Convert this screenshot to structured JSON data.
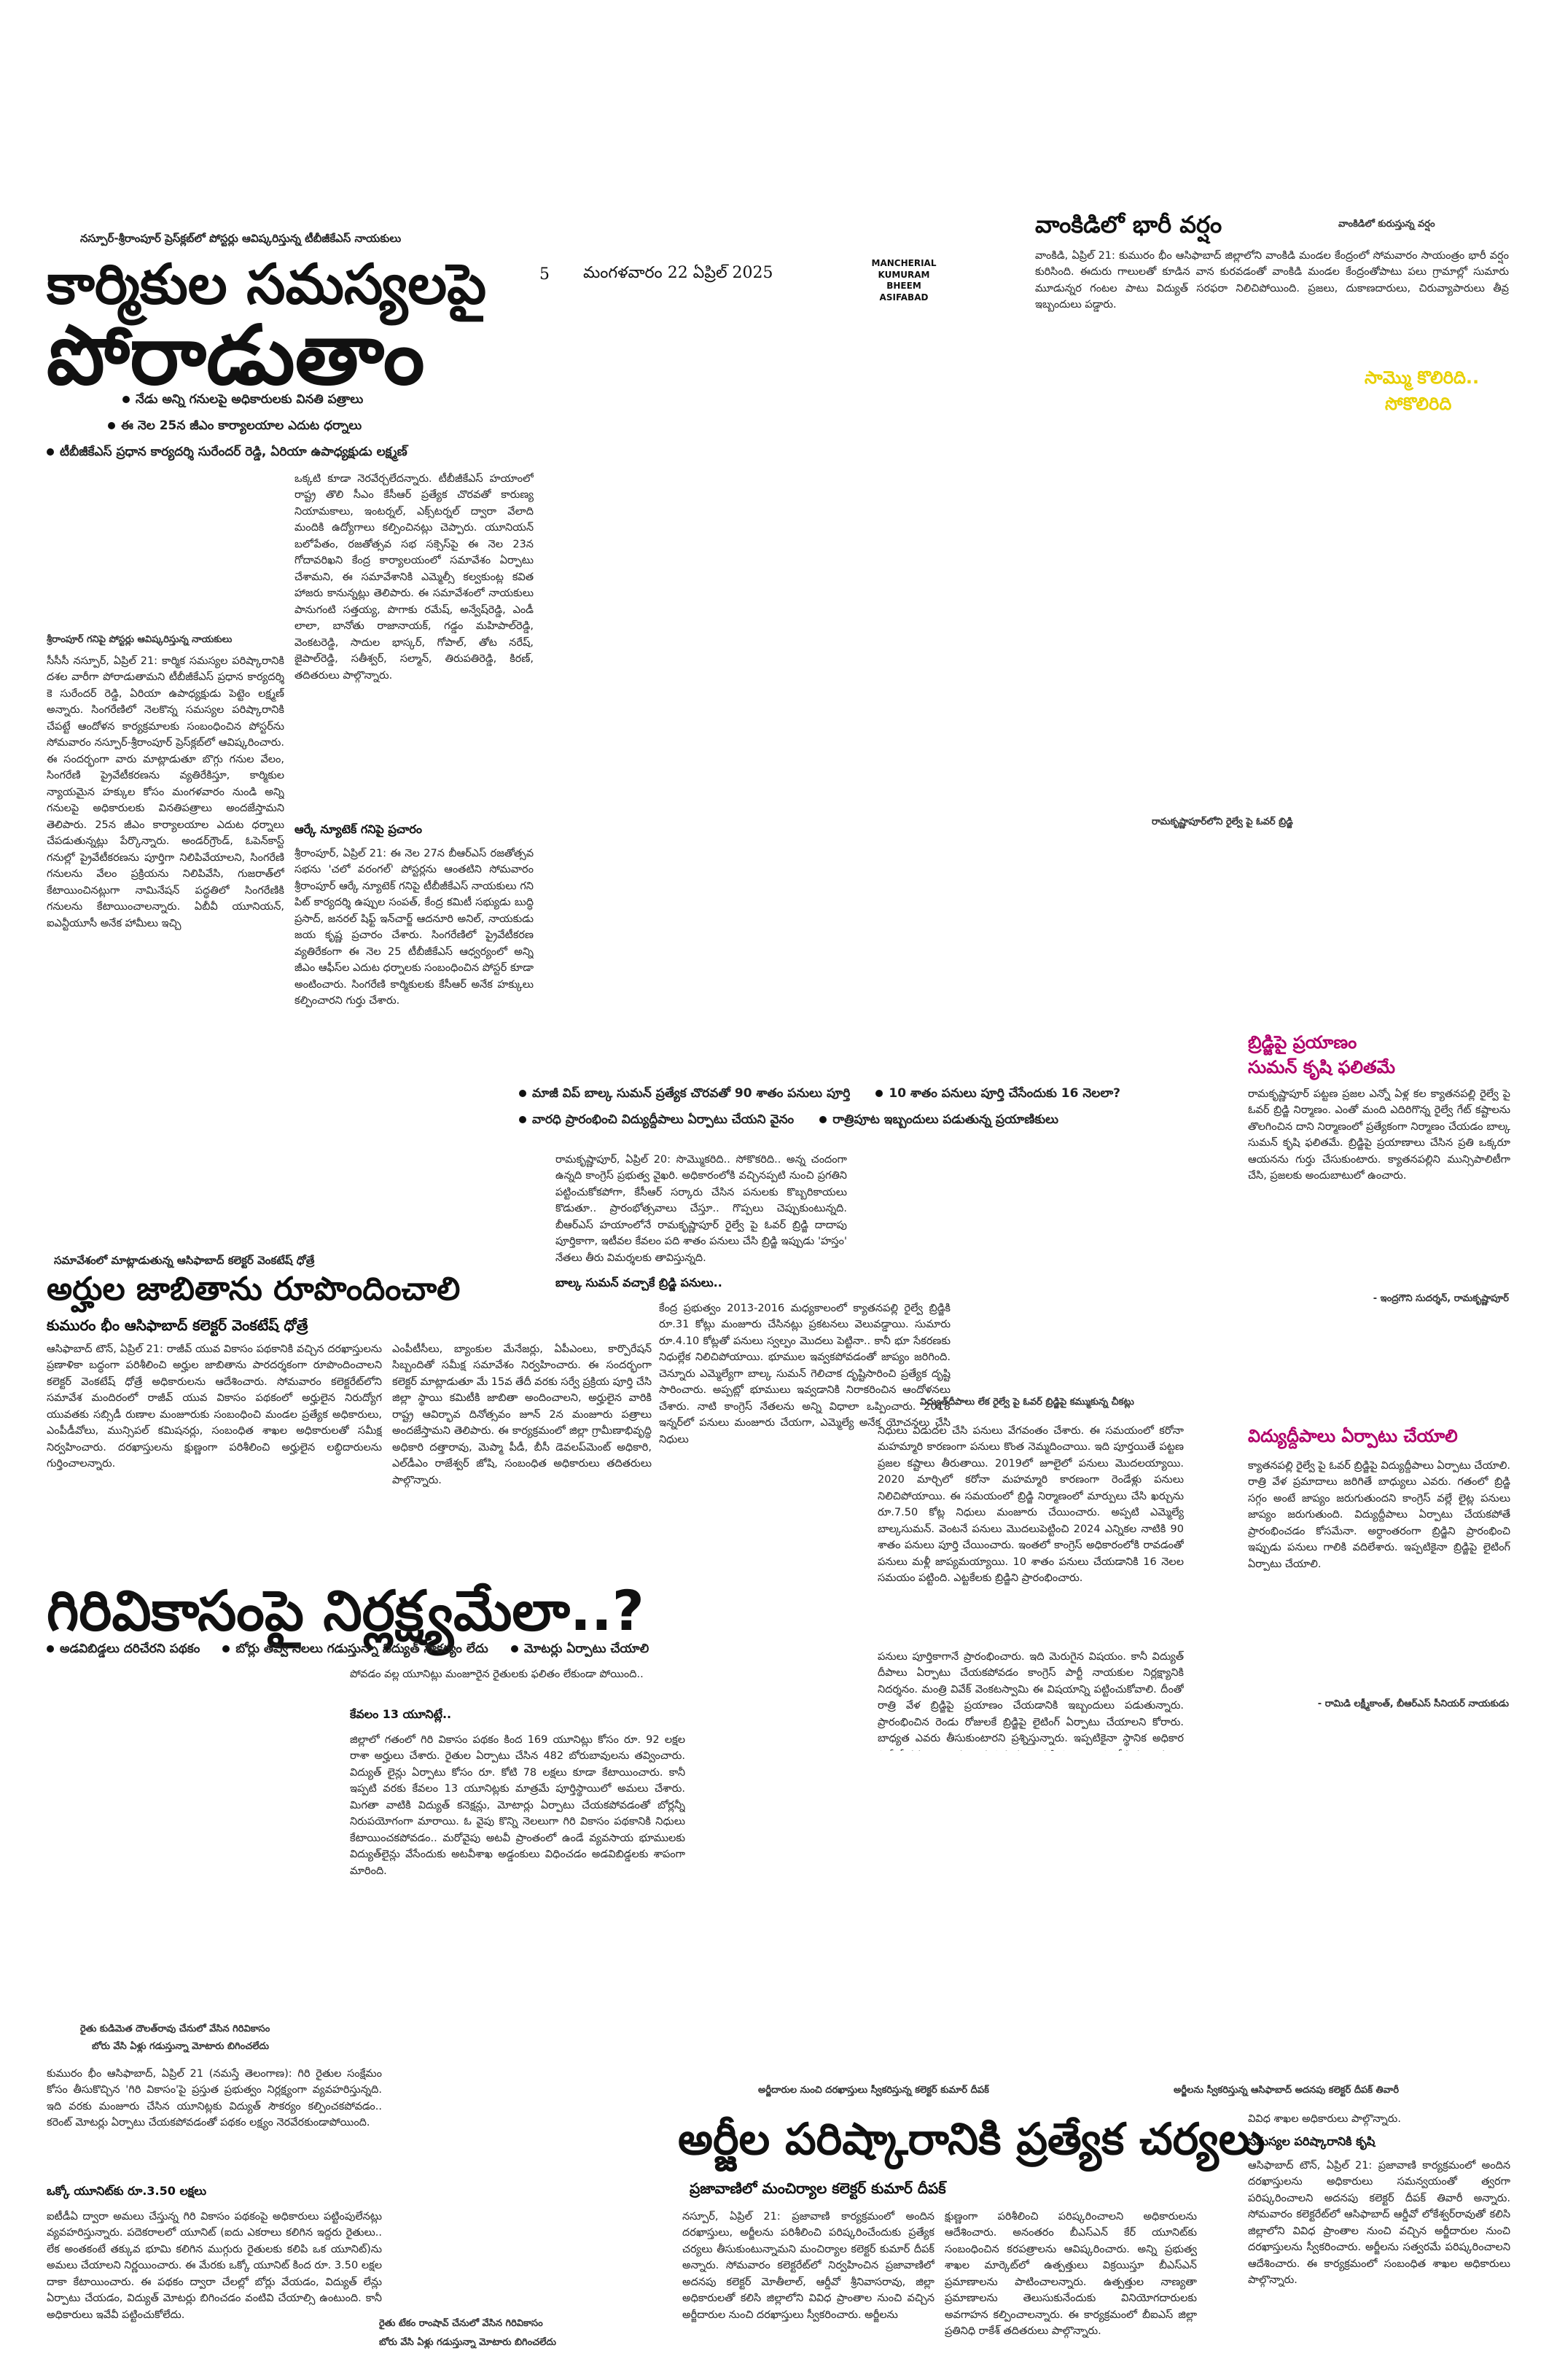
{
  "masthead": {
    "page_number": "5",
    "date": "మంగళవారం 22 ఏప్రిల్ 2025",
    "region": [
      "MANCHERIAL",
      "KUMURAM BHEEM",
      "ASIFABAD"
    ]
  },
  "lead": {
    "kicker": "నస్పూర్-శ్రీరాంపూర్ ప్రెస్‌క్లబ్‌లో పోస్టర్లు ఆవిష్కరిస్తున్న టీబీజీకేఎస్ నాయకులు",
    "head1": "కార్మికుల సమస్యలపై",
    "head2": "పోరాడుతాం",
    "bullets": [
      "నేడు అన్ని గనులపై అధికారులకు వినతి పత్రాలు",
      "ఈ నెల 25న జీఎం కార్యాలయాల ఎదుట ధర్నాలు",
      "టీబీజీకేఎస్ ప్రధాన కార్యదర్శి సురేందర్ రెడ్డి, ఏరియా ఉపాధ్యక్షుడు లక్ష్మణ్"
    ],
    "photo_caption": "శ్రీరాంపూర్ గనిపై పోస్టర్లు ఆవిష్కరిస్తున్న నాయకులు",
    "col1": "సీసీసీ నస్పూర్, ఏప్రిల్ 21: కార్మిక సమస్యల పరిష్కారానికి దశల వారీగా పోరాడుతామని టీబీజీకేఎస్ ప్రధాన కార్యదర్శి కె సురేందర్ రెడ్డి, ఏరియా ఉపాధ్యక్షుడు పెట్టెం లక్ష్మణ్ అన్నారు. సింగరేణిలో నెలకొన్న సమస్యల పరిష్కారానికి చేపట్టే ఆందోళన కార్యక్రమాలకు సంబంధించిన పోస్టర్‌ను సోమవారం నస్పూర్-శ్రీరాంపూర్ ప్రెస్‌క్లబ్‌లో ఆవిష్కరించారు. ఈ సందర్భంగా వారు మాట్లాడుతూ బొగ్గు గనుల వేలం, సింగరేణి ప్రైవేటీకరణను వ్యతిరేకిస్తూ, కార్మికుల న్యాయమైన హక్కుల కోసం మంగళవారం నుండి అన్ని గనులపై అధికారులకు వినతిపత్రాలు అందజేస్తామని తెలిపారు. 25న జీఎం కార్యాలయాల ఎదుట ధర్నాలు చేపడుతున్నట్లు పేర్కొన్నారు. అండర్‌గ్రౌండ్, ఓపెన్‌కాస్ట్ గనుల్లో ప్రైవేటీకరణను పూర్తిగా నిలిపివేయాలని, సింగరేణి గనులను వేలం ప్రక్రియను నిలిపివేసి, గుజరాత్‌లో కేటాయించినట్లుగా నామినేషన్ పద్ధతిలో సింగరేణికి గనులను కేటాయించాలన్నారు. ఏబీవీ యూనియన్, ఐఎన్టీయూసీ అనేక హామీలు ఇచ్చి",
    "col2": "ఒక్కటి కూడా నెరవేర్చలేదన్నారు. టీబీజీకేఎస్ హయాంలో రాష్ట్ర తొలి సీఎం కేసీఆర్ ప్రత్యేక చొరవతో కారుణ్య నియామకాలు, ఇంటర్నల్, ఎక్స్‌టర్నల్ ద్వారా వేలాది మందికి ఉద్యోగాలు కల్పించినట్లు చెప్పారు. యూనియన్ బలోపేతం, రజతోత్సవ సభ సక్సెస్‌పై ఈ నెల 23న గోదావరిఖని కేంద్ర కార్యాలయంలో సమావేశం ఏర్పాటు చేశామని, ఈ సమావేశానికి ఎమ్మెల్సీ కల్వకుంట్ల కవిత హాజరు కానున్నట్లు తెలిపారు. ఈ సమావేశంలో నాయకులు పానుగంటి సత్తయ్య, పొగాకు రమేష్, అన్వేష్‌రెడ్డి, ఎండీ లాలా, బానోతు రాజానాయక్, గడ్డం మహిపాల్‌రెడ్డి, వెంకటరెడ్డి, సాదుల భాస్కర్, గోపాల్, తోట నరేష్, జైపాల్‌రెడ్డి, సతీశ్వర్, సల్మాన్, తిరుపతిరెడ్డి, కిరణ్, తదితరులు పాల్గొన్నారు.",
    "col2_sub": "ఆర్కే న్యూటెక్ గనిపై ప్రచారం",
    "col2b": "శ్రీరాంపూర్, ఏప్రిల్ 21: ఈ నెల 27న బీఆర్ఎస్ రజతోత్సవ సభను 'చలో వరంగల్' పోస్టర్లను ఆంతటిని సోమవారం శ్రీరాంపూర్ ఆర్కే న్యూటెక్ గనిపై టీబీజీకేఎస్ నాయకులు గని పిట్ కార్యదర్శి ఉప్పుల సంపత్, కేంద్ర కమిటీ సభ్యుడు బుద్ధి ప్రసాద్, జనరల్ షిఫ్ట్ ఇన్‌చార్జ్ ఆదనూరి అనిల్, నాయకుడు జయ కృష్ణ ప్రచారం చేశారు. సింగరేణిలో ప్రైవేటీకరణ వ్యతిరేకంగా ఈ నెల 25 టీబీజీకేఎస్ ఆధ్వర్యంలో అన్ని జీఎం ఆఫీస్‌ల ఎదుట ధర్నాలకు సంబంధించిన పోస్టర్ కూడా అంటించారు. సింగరేణి కార్మికులకు కేసీఆర్ అనేక హక్కులు కల్పించారని గుర్తు చేశారు."
  },
  "rain": {
    "head": "వాంకిడిలో భారీ వర్షం",
    "caption": "వాంకిడిలో కురుస్తున్న వర్షం",
    "body": "వాంకిడి, ఏప్రిల్ 21: కుమురం భీం ఆసిఫాబాద్ జిల్లాలోని వాంకిడి మండల కేంద్రంలో సోమవారం సాయంత్రం భారీ వర్షం కురిసింది. ఈదురు గాలులతో కూడిన వాన కురవడంతో వాంకిడి మండల కేంద్రంతోపాటు పలు గ్రామాల్లో సుమారు మూడున్నర గంటల పాటు విద్యుత్ సరఫరా నిలిచిపోయింది. ప్రజలు, దుకాణదారులు, చిరువ్యాపారులు తీవ్ర ఇబ్బందులు పడ్డారు.",
    "tagline1": "సామ్మొ కొలిరిది..",
    "tagline2": "సోకొలిరిది"
  },
  "bridge_photo_caption": "రామకృష్ణాపూర్‌లోని రైల్వే పై ఓవర్ బ్రిడ్జి",
  "bridge": {
    "bullets_row1": [
      "మాజీ విప్ బాల్క సుమన్ ప్రత్యేక చొరవతో 90 శాతం పనులు పూర్తి",
      "10 శాతం పనులు పూర్తి చేసేందుకు 16 నెలలా?"
    ],
    "bullets_row2": [
      "వారధి ప్రారంభించి విద్యుద్దీపాలు ఏర్పాటు చేయని వైనం",
      "రాత్రిపూట ఇబ్బందులు పడుతున్న ప్రయాణికులు"
    ],
    "intro": "రామకృష్ణాపూర్, ఏప్రిల్ 20: సొమ్మొకరిది.. సోకొకరిది.. అన్న చందంగా ఉన్నది కాంగ్రెస్ ప్రభుత్వ వైఖరి. అధికారంలోకి వచ్చినప్పటి నుంచి ప్రగతిని పట్టించుకోకపోగా, కేసీఆర్ సర్కారు చేసిన పనులకు కొబ్బరికాయలు కొడుతూ.. ప్రారంభోత్సవాలు చేస్తూ.. గొప్పలు చెప్పుకుంటున్నది. బీఆర్ఎస్ హయాంలోనే రామకృష్ణాపూర్ రైల్వే పై ఓవర్ బ్రిడ్జి దాదాపు పూర్తికాగా, ఇటీవల కేవలం పది శాతం పనులు చేసి బ్రిడ్జి ఇప్పుడు 'హస్తం' నేతలు తీరు విమర్శలకు తావిస్తున్నది.",
    "sub1": "బాల్క సుమన్ వచ్చాకే బ్రిడ్జి పనులు..",
    "colA": "కేంద్ర ప్రభుత్వం 2013-2016 మధ్యకాలంలో క్యాతనపల్లి రైల్వే బ్రిడ్జికి రూ.31 కోట్లు మంజూరు చేసినట్లు ప్రకటనలు వెలువడ్డాయి. సుమారు రూ.4.10 కోట్లతో పనులు స్వల్పం మొదలు పెట్టినా.. కానీ భూ సేకరణకు నిధుల్లేక నిలిచిపోయాయి. భూముల ఇవ్వకపోవడంతో జాప్యం జరిగింది. చెన్నూరు ఎమ్మెల్యేగా బాల్క సుమన్ గెలిచాక దృష్టిసారించి ప్రత్యేక దృష్టి సారించారు. అప్పట్లో భూములు ఇవ్వడానికి నిరాకరించిన ఆందోళనలు చేశారు. నాటి కాంగ్రెస్ నేతలను అన్ని విధాలా ఒప్పించారు. 2018 ఇన్నర్‌లో పనులు మంజూరు చేయగా, ఎమ్మెల్యే అనేక యోచనలు చేసి నిధులు",
    "colB": "ఎంపీటీసీలు, బ్యాంకుల మేనేజర్లు, ఏపీఎంలు, కార్పొరేషన్ సిబ్బందితో సమీక్ష సమావేశం నిర్వహించారు. ఈ సందర్భంగా కలెక్టర్ మాట్లాడుతూ మే 15వ తేదీ వరకు సర్వే ప్రక్రియ పూర్తి చేసి జిల్లా స్థాయి కమిటీకి జాబితా అందించాలని, అర్హులైన వారికి రాష్ట్ర ఆవిర్భావ దినోత్సవం జూన్ 2న మంజూరు పత్రాలు అందజేస్తామని తెలిపారు. ఈ కార్యక్రమంలో జిల్లా గ్రామీణాభివృద్ధి అధికారి దత్తారావు, మెప్మా పీడీ, బీసీ డెవలప్‌మెంట్ అధికారి, ఎల్‌డీఎం రాజేశ్వర్ జోషి, సంబంధిత అధికారులు తదితరులు పాల్గొన్నారు.",
    "colC": "నిధులు విడుదల చేసి పనులు వేగవంతం చేశారు. ఈ సమయంలో కరోనా మహమ్మారి కారణంగా పనులు కొంత నెమ్మదించాయి. ఇది పూర్తయితే పట్టణ ప్రజల కష్టాలు తీరుతాయి. 2019లో జూలైలో పనులు మొదలయ్యాయి. 2020 మార్చిలో కరోనా మహమ్మారి కారణంగా రెండేళ్లు పనులు నిలిచిపోయాయి. ఈ సమయంలో బ్రిడ్జి నిర్మాణంలో మార్పులు చేసి ఖర్చును రూ.7.50 కోట్ల నిధులు మంజూరు చేయించారు. అప్పటి ఎమ్మెల్యే బాల్కసుమన్. వెంటనే పనులు మొదలుపెట్టించి 2024 ఎన్నికల నాటికి 90 శాతం పనులు పూర్తి చేయించారు. ఇంతలో కాంగ్రెస్ అధికారంలోకి రావడంతో పనులు మళ్లీ జాప్యమయ్యాయి. 10 శాతం పనులు చేయడానికి 16 నెలల సమయం పట్టింది. ఎట్టకేలకు బ్రిడ్జిని ప్రారంభించారు.",
    "colD": "పనులు పూర్తికాగానే ప్రారంభించారు. ఇది మెరుగైన విషయం. కానీ విద్యుత్ దీపాలు ఏర్పాటు చేయకపోవడం కాంగ్రెస్ పార్టీ నాయకుల నిర్లక్ష్యానికి నిదర్శనం. మంత్రి వివేక్ వెంకటస్వామి ఈ విషయాన్ని పట్టించుకోవాలి. దీంతో రాత్రి వేళ బ్రిడ్జిపై ప్రయాణం చేయడానికి ఇబ్బందులు పడుతున్నారు. ప్రారంభించిన రెండు రోజులకే బ్రిడ్జిపై లైటింగ్ ఏర్పాటు చేయాలని కోరారు. బాధ్యత ఎవరు తీసుకుంటారని ప్రశ్నిస్తున్నారు. ఇప్పటికైనా స్థానిక అధికార పార్టీ లీడర్లు, అధికారులు ఈ విషయంపై దృష్టి సారించాలని కోరుతున్నారు.",
    "mid_caption": "విద్యుత్‌దీపాలు లేక రైల్వే పై ఓవర్ బ్రిడ్జిపై కమ్ముకున్న చీకట్లు"
  },
  "sidebar": {
    "head1a": "బ్రిడ్జిపై ప్రయాణం",
    "head1b": "సుమన్ కృషి ఫలితమే",
    "body1": "రామకృష్ణాపూర్ పట్టణ ప్రజల ఎన్నో ఏళ్ల కల క్యాతనపల్లి రైల్వే పై ఓవర్ బ్రిడ్జి నిర్మాణం. ఎంతో మంది ఎదిరిగొన్న రైల్వే గేట్ కష్టాలను తొలగించిన దాని నిర్మాణంలో ప్రత్యేకంగా నిర్మాణం చేయడం బాల్క సుమన్ కృషి ఫలితమే. బ్రిడ్జిపై ప్రయాణాలు చేసిన ప్రతి ఒక్కరూ ఆయనను గుర్తు చేసుకుంటారు. క్యాతనపల్లిని మున్సిపాలిటీగా చేసి, ప్రజలకు అందుబాటులో ఉంచారు.",
    "sig1": "- ఇంద్రగౌని సుదర్శన్, రామకృష్ణాపూర్",
    "head2": "విద్యుద్దీపాలు ఏర్పాటు చేయాలి",
    "body2": "క్యాతనపల్లి రైల్వే పై ఓవర్ బ్రిడ్జిపై విద్యుద్దీపాలు ఏర్పాటు చేయాలి. రాత్రి వేళ ప్రమాదాలు జరిగితే బాధ్యులు ఎవరు. గతంలో బ్రిడ్జి సగ్గం అంటే జాప్యం జరుగుతుందని కాంగ్రెస్ వల్లే లైట్ల పనులు జాప్యం జరుగుతుంది. విద్యుద్దీపాలు ఏర్పాటు చేయకపోతే ప్రారంభించడం కోసమేనా. అర్ధాంతరంగా బ్రిడ్జిని ప్రారంభించి ఇప్పుడు పనులు గాలికి వదిలేశారు. ఇప్పటికైనా బ్రిడ్జిపై లైటింగ్ ఏర్పాటు చేయాలి.",
    "sig2": "- రామిడి లక్ష్మీకాంత్, బీఆర్ఎస్ సీనియర్ నాయకుడు"
  },
  "lists": {
    "kicker": "సమావేశంలో మాట్లాడుతున్న ఆసిఫాబాద్ కలెక్టర్ వెంకటేష్ ధోత్రే",
    "head": "అర్హుల జాబితాను రూపొందించాలి",
    "sub": "కుమురం భీం ఆసిఫాబాద్ కలెక్టర్ వెంకటేష్ ధోత్రే",
    "body": "ఆసిఫాబాద్ టౌన్, ఏప్రిల్ 21: రాజీవ్ యువ వికాసం పథకానికి వచ్చిన దరఖాస్తులను ప్రణాళికా బద్ధంగా పరిశీలించి అర్హుల జాబితాను పారదర్శకంగా రూపొందించాలని కలెక్టర్ వెంకటేష్ ధోత్రే అధికారులను ఆదేశించారు. సోమవారం కలెక్టరేట్‌లోని సమావేశ మందిరంలో రాజీవ్ యువ వికాసం పథకంలో అర్హులైన నిరుద్యోగ యువతకు సబ్సిడీ రుణాల మంజూరుకు సంబంధించి మండల ప్రత్యేక అధికారులు, ఎంపీడీవోలు, మున్సిపల్ కమిషనర్లు, సంబంధిత శాఖల అధికారులతో సమీక్ష నిర్వహించారు. దరఖాస్తులను క్షుణ్ణంగా పరిశీలించి అర్హులైన లబ్ధిదారులను గుర్తించాలన్నారు."
  },
  "tribal": {
    "head": "గిరివికాసంపై నిర్లక్ష్యమేలా..?",
    "bullets": [
      "అడవిబిడ్డలు దరిచేరని పథకం",
      "బోర్లు తవ్వి నెలలు గడుస్తున్నా విద్యుత్ సౌకర్యం లేదు",
      "మోటర్లు ఏర్పాటు చేయాలి"
    ],
    "top_para": "పోవడం వల్ల యూనిట్లు మంజూరైన రైతులకు ఫలితం లేకుండా పోయింది..",
    "sub1": "కేవలం 13 యూనిట్లే..",
    "body1": "జిల్లాలో గతంలో గిరి వికాసం పథకం కింద 169 యూనిట్లు కోసం రూ. 92 లక్షల రాశా అర్హులు చేశారు. రైతుల ఏర్పాటు చేసిన 482 బోరుబావులను తవ్వించారు. విద్యుత్ లైన్లు ఏర్పాటు కోసం రూ. కోటి 78 లక్షలు కూడా కేటాయించారు. కానీ ఇప్పటి వరకు కేవలం 13 యూనిట్లకు మాత్రమే పూర్తిస్థాయిలో అమలు చేశారు. మిగతా వాటికి విద్యుత్ కనెక్షన్లు, మోటార్లు ఏర్పాటు చేయకపోవడంతో బోర్లన్నీ నిరుపయోగంగా మారాయి. ఓ వైపు కొన్ని నెలలుగా గిరి వికాసం పథకానికి నిధులు కేటాయించకపోవడం.. మరోవైపు అటవీ ప్రాంతంలో ఉండే వ్యవసాయ భూములకు విద్యుత్‌లైన్లు వేసేందుకు అటవీశాఖ అడ్డంకులు విధించడం అడవిబిడ్డలకు శాపంగా మారింది.",
    "photo_caption1": "రైతు కుడిమెత దౌలత్‌రావు చేనులో వేసిన గిరివికాసం",
    "photo_caption1b": "బోరు వేసి ఏళ్లు గడుస్తున్నా మోటారు బిగించలేదు",
    "col2": "కుమురం భీం ఆసిఫాబాద్, ఏప్రిల్ 21 (నమస్తే తెలంగాణ): గిరి రైతుల సంక్షేమం కోసం తీసుకొచ్చిన 'గిరి వికాసం'పై ప్రస్తుత ప్రభుత్వం నిర్లక్ష్యంగా వ్యవహరిస్తున్నది. ఇది వరకు మంజూరు చేసిన యూనిట్లకు విద్యుత్ సౌకర్యం కల్పించకపోవడం.. కరెంట్ మోటర్లు ఏర్పాటు చేయకపోవడంతో పథకం లక్ష్యం నెరవేరకుండాపోయింది.",
    "sub2": "ఒక్కో యూనిట్‌కు రూ.3.50 లక్షలు",
    "col3": "ఐటీడీఏ ద్వారా అమలు చేస్తున్న గిరి వికాసం పథకంపై అధికారులు పట్టింపులేనట్లు వ్యవహరిస్తున్నారు. పదెకరాలలో యూనిట్ (ఐదు ఎకరాలు కలిగిన ఇద్దరు రైతులు.. లేక అంతకంటే తక్కువ భూమి కలిగిన ముగ్గురు రైతులకు కలిపి ఒక యూనిట్)ను అమలు చేయాలని నిర్ణయించారు. ఈ మేరకు ఒక్కో యూనిట్ కింద రూ. 3.50 లక్షల దాకా కేటాయించారు. ఈ పథకం ద్వారా చేలల్లో బోర్లు వేయడం, విద్యుత్ లేన్లు ఏర్పాటు చేయడం, విద్యుత్ మోటర్లు బిగించడం వంటివి చేయాల్సి ఉంటుంది. కానీ అధికారులు ఇవేవీ పట్టించుకోలేదు.",
    "photo_caption2": "రైతు టేకం రాంషావ్ చేనులో వేసిన గిరివికాసం",
    "photo_caption2b": "బోరు వేసి ఏళ్లు గడుస్తున్నా మోటారు బిగించలేదు"
  },
  "grievance": {
    "kicker_left": "అర్జీదారుల నుంచి దరఖాస్తులు స్వీకరిస్తున్న కలెక్టర్ కుమార్ దీపక్",
    "kicker_right": "అర్జీలను స్వీకరిస్తున్న ఆసిఫాబాద్ అదనపు కలెక్టర్ దీపక్ తివారీ",
    "head": "అర్జీల పరిష్కారానికి ప్రత్యేక చర్యలు",
    "sub": "ప్రజావాణిలో మంచిర్యాల కలెక్టర్ కుమార్ దీపక్",
    "col1": "నస్పూర్, ఏప్రిల్ 21: ప్రజావాణి కార్యక్రమంలో అందిన దరఖాస్తులు, అర్జీలను పరిశీలించి పరిష్కరించేందుకు ప్రత్యేక చర్యలు తీసుకుంటున్నామని మంచిర్యాల కలెక్టర్ కుమార్ దీపక్ అన్నారు. సోమవారం కలెక్టరేట్‌లో నిర్వహించిన ప్రజావాణిలో అదనపు కలెక్టర్ మోతీలాల్, ఆర్డీవో శ్రీనివాసరావు, జిల్లా అధికారులతో కలిసి జిల్లాలోని వివిధ ప్రాంతాల నుంచి వచ్చిన అర్జీదారుల నుంచి దరఖాస్తులు స్వీకరించారు. అర్జీలను",
    "col2": "క్షుణ్ణంగా పరిశీలించి పరిష్కరించాలని అధికారులను ఆదేశించారు. అనంతరం బీఎస్‌ఎన్ కేర్ యూనిట్‌కు సంబంధించిన కరపత్రాలను ఆవిష్కరించారు. అన్ని ప్రభుత్వ శాఖల మార్కెట్‌లో ఉత్పత్తులు విక్రయిస్తూ బీఎస్‌ఎన్ ప్రమాణాలను పాటించాలన్నారు. ఉత్పత్తుల నాణ్యతా ప్రమాణాలను తెలుసుకునేందుకు వినియోగదారులకు అవగాహన కల్పించాలన్నారు. ఈ కార్యక్రమంలో బీఐఎస్ జిల్లా ప్రతినిధి రాకేశ్ తదితరులు పాల్గొన్నారు.",
    "col3a": "వివిధ శాఖల అధికారులు పాల్గొన్నారు.",
    "sub3": "సమస్యల పరిష్కారానికి కృషి",
    "col3b": "ఆసిఫాబాద్ టౌన్, ఏప్రిల్ 21: ప్రజావాణి కార్యక్రమంలో అందిన దరఖాస్తులను అధికారులు సమన్వయంతో త్వరగా పరిష్కరించాలని అదనపు కలెక్టర్ దీపక్ తివారీ అన్నారు. సోమవారం కలెక్టరేట్‌లో ఆసిఫాబాద్ ఆర్డీవో లోకేశ్వర్‌రావుతో కలిసి జిల్లాలోని వివిధ ప్రాంతాల నుంచి వచ్చిన అర్జీదారుల నుంచి దరఖాస్తులను స్వీకరించారు. అర్జీలను సత్వరమే పరిష్కరించాలని ఆదేశించారు. ఈ కార్యక్రమంలో సంబంధిత శాఖల అధికారులు పాల్గొన్నారు."
  },
  "colors": {
    "accent_red": "#b0006a",
    "tagline_yellow": "#e8d000",
    "text": "#111111"
  }
}
